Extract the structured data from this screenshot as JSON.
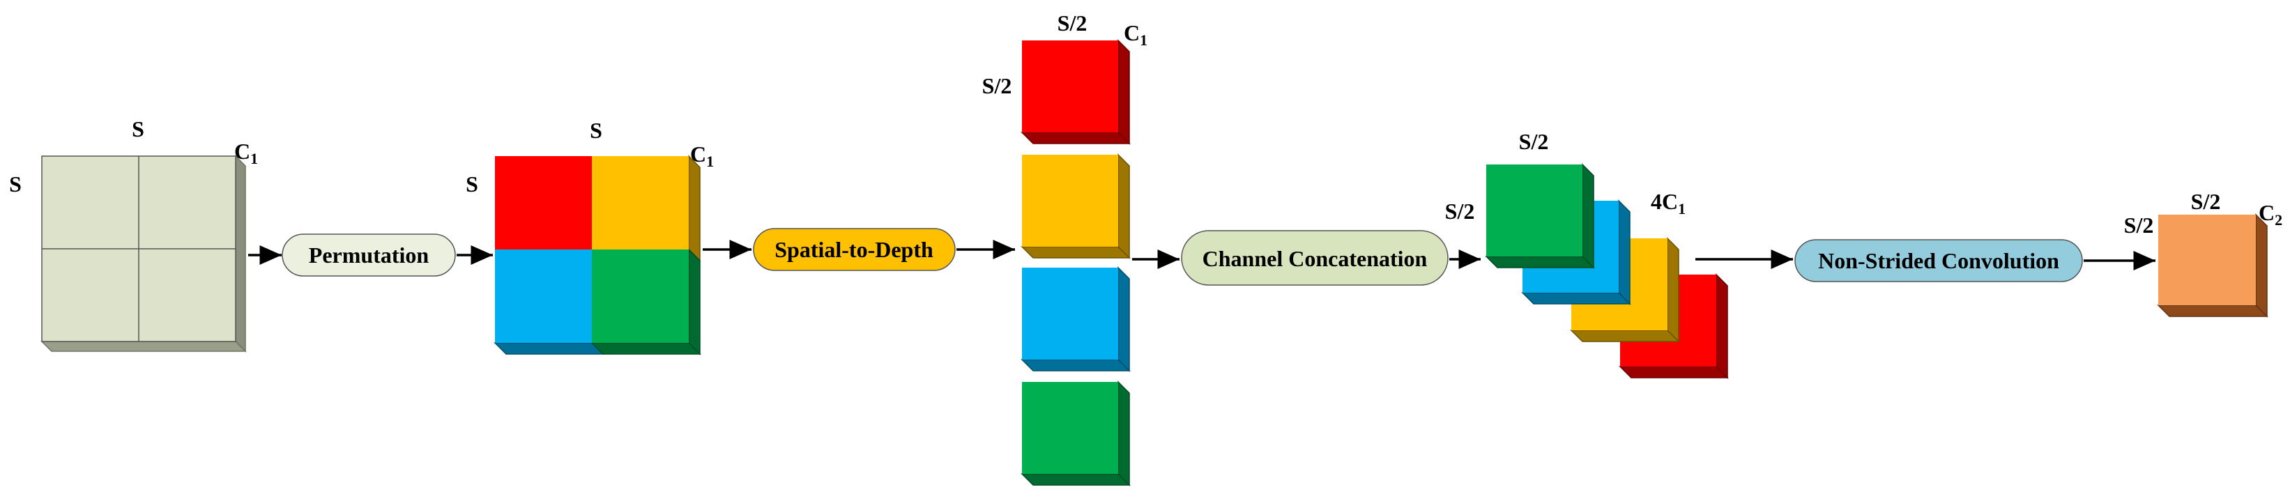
{
  "labels": {
    "input_width": "S",
    "input_height": "S",
    "input_channels": "C",
    "input_channels_sub": "1",
    "perm_width": "S",
    "perm_height": "S",
    "perm_channels": "C",
    "perm_channels_sub": "1",
    "s2d_width": "S/2",
    "s2d_height": "S/2",
    "s2d_channels": "C",
    "s2d_channels_sub": "1",
    "concat_width": "S/2",
    "concat_height": "S/2",
    "concat_channels": "4C",
    "concat_channels_sub": "1",
    "out_width": "S/2",
    "out_height": "S/2",
    "out_channels": "C",
    "out_channels_sub": "2"
  },
  "steps": {
    "permutation": "Permutation",
    "spatial_to_depth": "Spatial-to-Depth",
    "channel_concatenation": "Channel Concatenation",
    "non_strided_convolution": "Non-Strided Convolution"
  },
  "colors": {
    "input": "#dde3cb",
    "red": "#ff0000",
    "yellow": "#ffc000",
    "blue": "#00b0f0",
    "green": "#00b050",
    "output": "#f79d5a",
    "perm_pill": "#ebf1de",
    "s2d_pill": "#ffc000",
    "concat_pill": "#d7e4bd",
    "conv_pill": "#93cddd"
  }
}
